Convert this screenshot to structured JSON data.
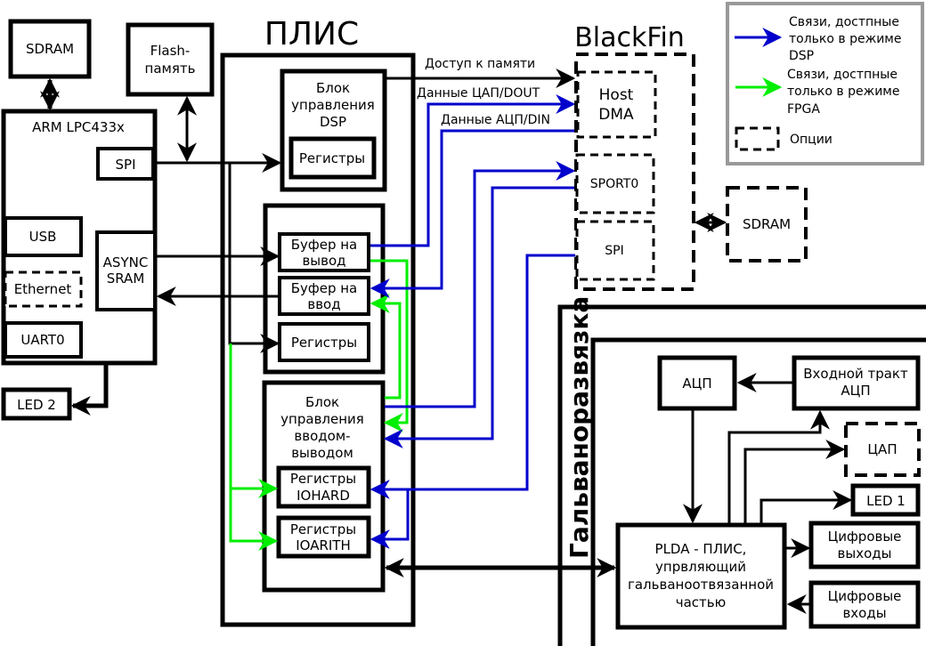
{
  "titles": {
    "fpga": "ПЛИС",
    "blackfin": "BlackFin",
    "galvanic": "Гальваноразвязка"
  },
  "arm": {
    "sdram": "SDRAM",
    "flash": [
      "Flash-",
      "память"
    ],
    "title": "ARM LPC433x",
    "spi": "SPI",
    "usb": "USB",
    "ethernet": "Ethernet",
    "uart": "UART0",
    "async_sram": [
      "ASYNC",
      "SRAM"
    ],
    "led2": "LED 2"
  },
  "fpga": {
    "dsp_block": [
      "Блок",
      "управления",
      "DSP"
    ],
    "dsp_registers": "Регистры",
    "buf_out": [
      "Буфер на",
      "вывод"
    ],
    "buf_in": [
      "Буфер на",
      "ввод"
    ],
    "buf_registers": "Регистры",
    "io_block": [
      "Блок",
      "управления",
      "вводом-",
      "выводом"
    ],
    "iohard": [
      "Регистры",
      "IOHARD"
    ],
    "ioarith": [
      "Регистры",
      "IOARITH"
    ]
  },
  "links": {
    "mem_access": "Доступ к памяти",
    "dac_data": "Данные ЦАП/DOUT",
    "adc_data": "Данные АЦП/DIN"
  },
  "blackfin": {
    "host_dma": [
      "Host",
      "DMA"
    ],
    "sport0": "SPORT0",
    "spi": "SPI",
    "sdram": "SDRAM"
  },
  "legend": {
    "dsp_only": [
      "Связи, достпные",
      "только в режиме",
      "DSP"
    ],
    "fpga_only": [
      "Связи, достпные",
      "только в режиме",
      "FPGA"
    ],
    "options": "Опции",
    "colors": {
      "dsp": "#0000cc",
      "fpga": "#00ee00",
      "border": "#999999"
    }
  },
  "isolated": {
    "adc": "АЦП",
    "adc_input": [
      "Входной тракт",
      "АЦП"
    ],
    "dac": "ЦАП",
    "led1": "LED 1",
    "plda": [
      "PLDA - ПЛИС,",
      "упрвляющий",
      "гальваноотвязанной",
      "частью"
    ],
    "dig_out": [
      "Цифровые",
      "выходы"
    ],
    "dig_in": [
      "Цифровые",
      "входы"
    ]
  }
}
